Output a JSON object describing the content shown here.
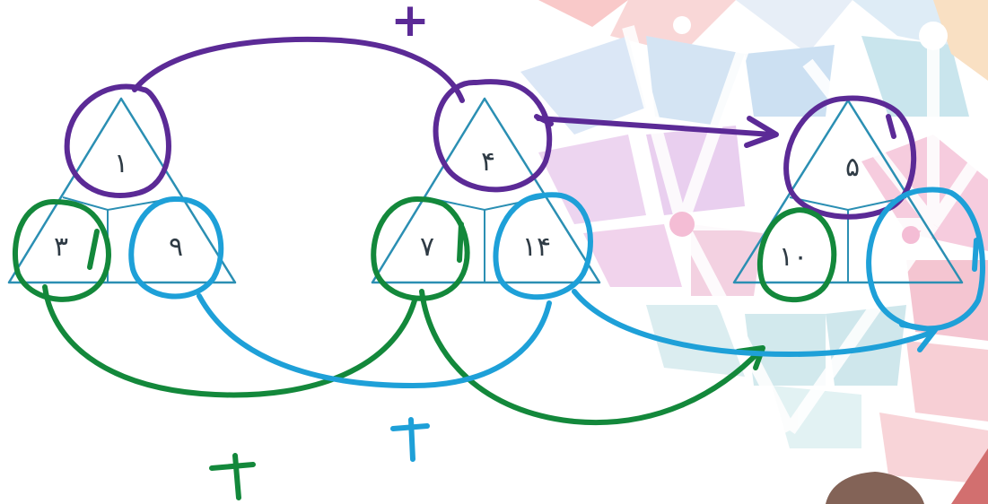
{
  "triangles": [
    {
      "top": "١",
      "left": "٣",
      "right": "٩"
    },
    {
      "top": "۴",
      "left": "٧",
      "right": "١۴"
    },
    {
      "top": "۵",
      "left": "١٠",
      "right": ""
    }
  ],
  "annotations": {
    "plus_sign": "+"
  },
  "colors": {
    "triangle_stroke": "#2b8fb3",
    "purple": "#5b2a96",
    "green": "#13883b",
    "cyan": "#1ea0d8",
    "number_text": "#2f3b45"
  }
}
